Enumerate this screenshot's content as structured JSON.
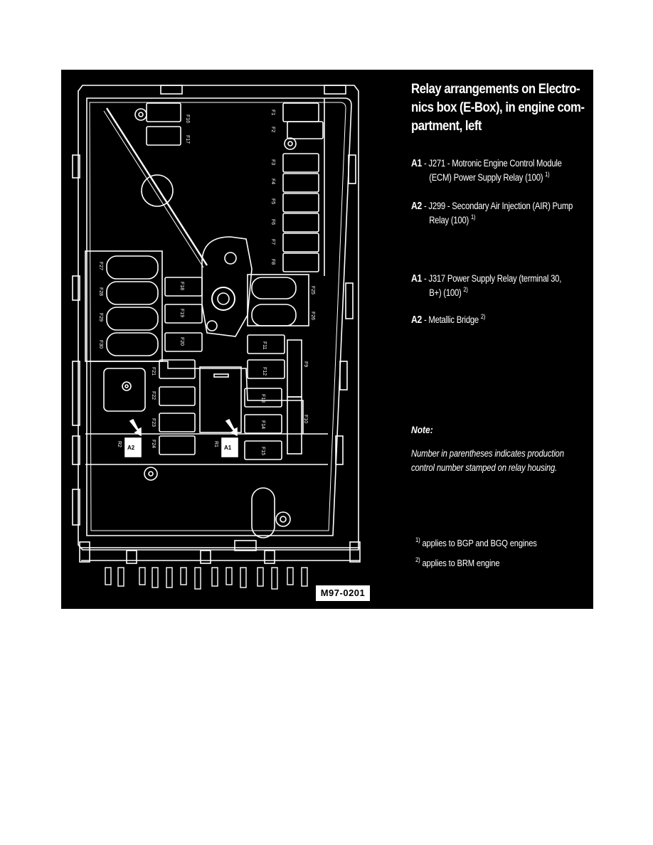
{
  "diagram": {
    "figure_id": "M97-0201",
    "fuse_labels": {
      "F1": "F1",
      "F2": "F2",
      "F3": "F3",
      "F4": "F4",
      "F5": "F5",
      "F6": "F6",
      "F7": "F7",
      "F8": "F8",
      "F9": "F9",
      "F10": "F10",
      "F11": "F11",
      "F12": "F12",
      "F13": "F13",
      "F14": "F14",
      "F15": "F15",
      "F16": "F16",
      "F17": "F17",
      "F18": "F18",
      "F19": "F19",
      "F20": "F20",
      "F21": "F21",
      "F22": "F22",
      "F23": "F23",
      "F24": "F24",
      "F25": "F25",
      "F26": "F26",
      "F27": "F27",
      "F28": "F28",
      "F29": "F29",
      "F30": "F30"
    },
    "relay_slots": {
      "R1": "R1",
      "R2": "R2"
    },
    "relay_markers": {
      "A1": "A1",
      "A2": "A2"
    }
  },
  "legend": {
    "heading": "Relay arrangements on Electronics box (E-Box), in engine compartment, left",
    "heading_lines": [
      "Relay arrangements on Electro-",
      "nics box (E-Box), in engine com-",
      "partment, left"
    ],
    "items": [
      {
        "code": "A1",
        "text_line1": "J271 - Motronic Engine Control Module",
        "text_line2": "(ECM) Power Supply Relay (100)",
        "footnote": "1)"
      },
      {
        "code": "A2",
        "text_line1": "J299 - Secondary Air Injection (AIR) Pump",
        "text_line2": "Relay (100)",
        "footnote": "1)"
      },
      {
        "code": "A1",
        "text_line1": "J317   Power Supply Relay (terminal 30,",
        "text_line2": "B+)  (100)",
        "footnote": "2)"
      },
      {
        "code": "A2",
        "text_line1": "Metallic Bridge",
        "footnote": "2)"
      }
    ],
    "dash": "-",
    "note_title": "Note:",
    "note_text_line1": "Number in parentheses indicates production",
    "note_text_line2": "control number stamped on relay housing.",
    "footnotes": [
      {
        "mark": "1)",
        "text": "applies to BGP and BGQ engines"
      },
      {
        "mark": "2)",
        "text": "applies to BRM engine"
      }
    ]
  },
  "colors": {
    "background": "#000000",
    "ink": "#ffffff",
    "page": "#ffffff"
  }
}
